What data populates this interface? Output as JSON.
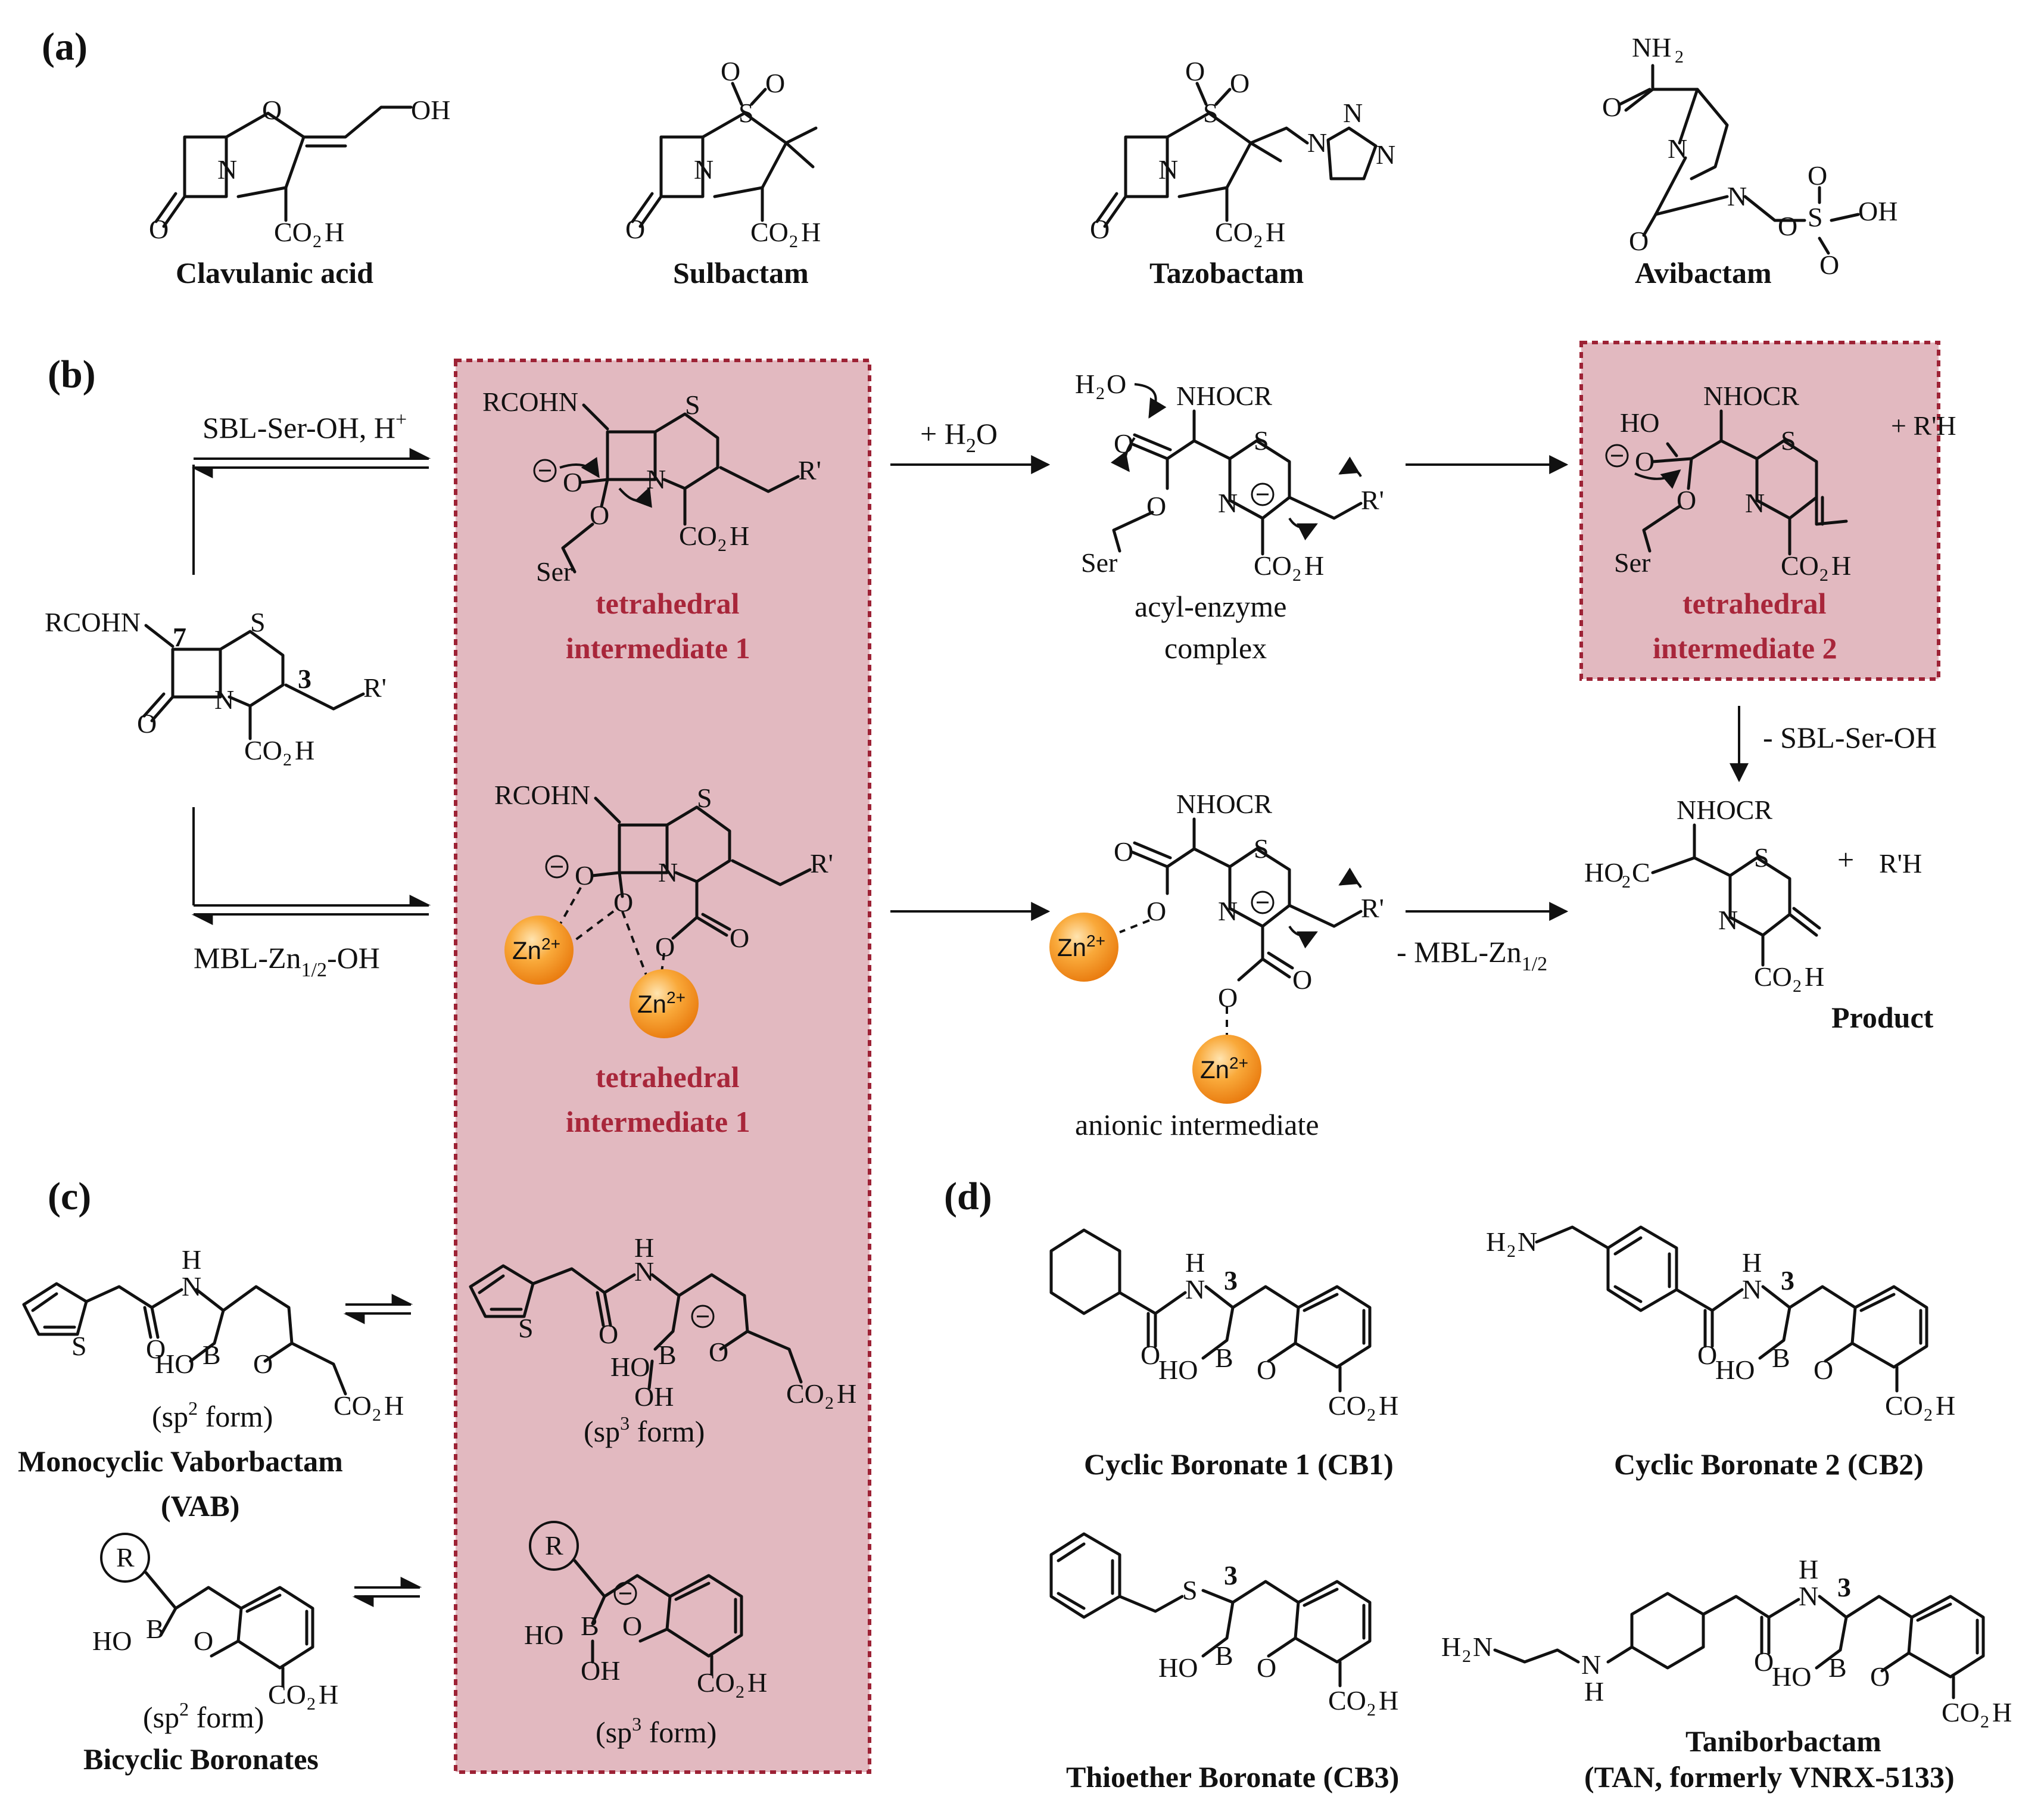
{
  "panels": {
    "a": "(a)",
    "b": "(b)",
    "c": "(c)",
    "d": "(d)"
  },
  "colors": {
    "highlight_fill": "#e2b9c0",
    "highlight_border": "#9d2235",
    "label_red": "#a8263a",
    "zinc": "#f39a1f"
  },
  "panel_a": {
    "clavulanic": "Clavulanic acid",
    "sulbactam": "Sulbactam",
    "tazobactam": "Tazobactam",
    "avibactam": "Avibactam"
  },
  "panel_b": {
    "sbl_label": "SBL-Ser-OH, H",
    "sbl_sup": "+",
    "mbl_label": "MBL-Zn",
    "mbl_sub": "1/2",
    "mbl_suffix": "-OH",
    "water_label": "+ H",
    "water_sub": "2",
    "water_o": "O",
    "ti1_line1": "tetrahedral",
    "ti1_line2": "intermediate 1",
    "ti2_line1": "tetrahedral",
    "ti2_line2": "intermediate 2",
    "acyl_line1": "acyl-enzyme",
    "acyl_line2": "complex",
    "anionic": "anionic intermediate",
    "minus_sbl": "- SBL-Ser-OH",
    "minus_mbl": "- MBL-Zn",
    "minus_mbl_sub": "1/2",
    "product": "Product",
    "rh": "R'H",
    "plus_rh": "+ R'H",
    "plus": "+",
    "zn": "Zn",
    "zn_sup": "2+"
  },
  "panel_c": {
    "sp2": "(sp",
    "sp3": "(sp",
    "form": " form)",
    "vab_line1": "Monocyclic Vaborbactam",
    "vab_line2": "(VAB)",
    "bicyclic": "Bicyclic Boronates"
  },
  "panel_d": {
    "cb1": "Cyclic Boronate 1 (CB1)",
    "cb2": "Cyclic Boronate 2 (CB2)",
    "cb3": "Thioether Boronate (CB3)",
    "tan_line1": "Taniborbactam",
    "tan_line2": "(TAN, formerly VNRX-5133)"
  }
}
